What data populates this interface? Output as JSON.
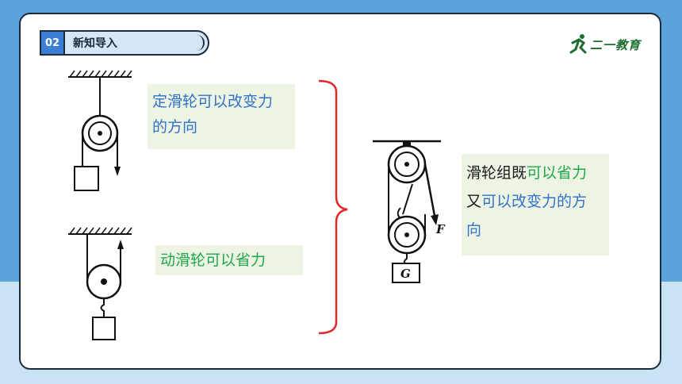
{
  "section": {
    "number": "02",
    "title": "新知导入"
  },
  "logo": {
    "text": "二一教育"
  },
  "fixed_pulley": {
    "line1": "定滑轮可以改变力",
    "line2": "的方向"
  },
  "movable_pulley": {
    "text": "动滑轮可以省力"
  },
  "pulley_block": {
    "part1": "滑轮组既",
    "part2": "可以省力",
    "part3": "又",
    "part4": "可以改变力的方",
    "part5": "向"
  },
  "labels": {
    "force": "F",
    "weight": "G"
  },
  "colors": {
    "blue_text": "#2e72c8",
    "green_text": "#1fa64a",
    "brace": "#e2262b"
  }
}
